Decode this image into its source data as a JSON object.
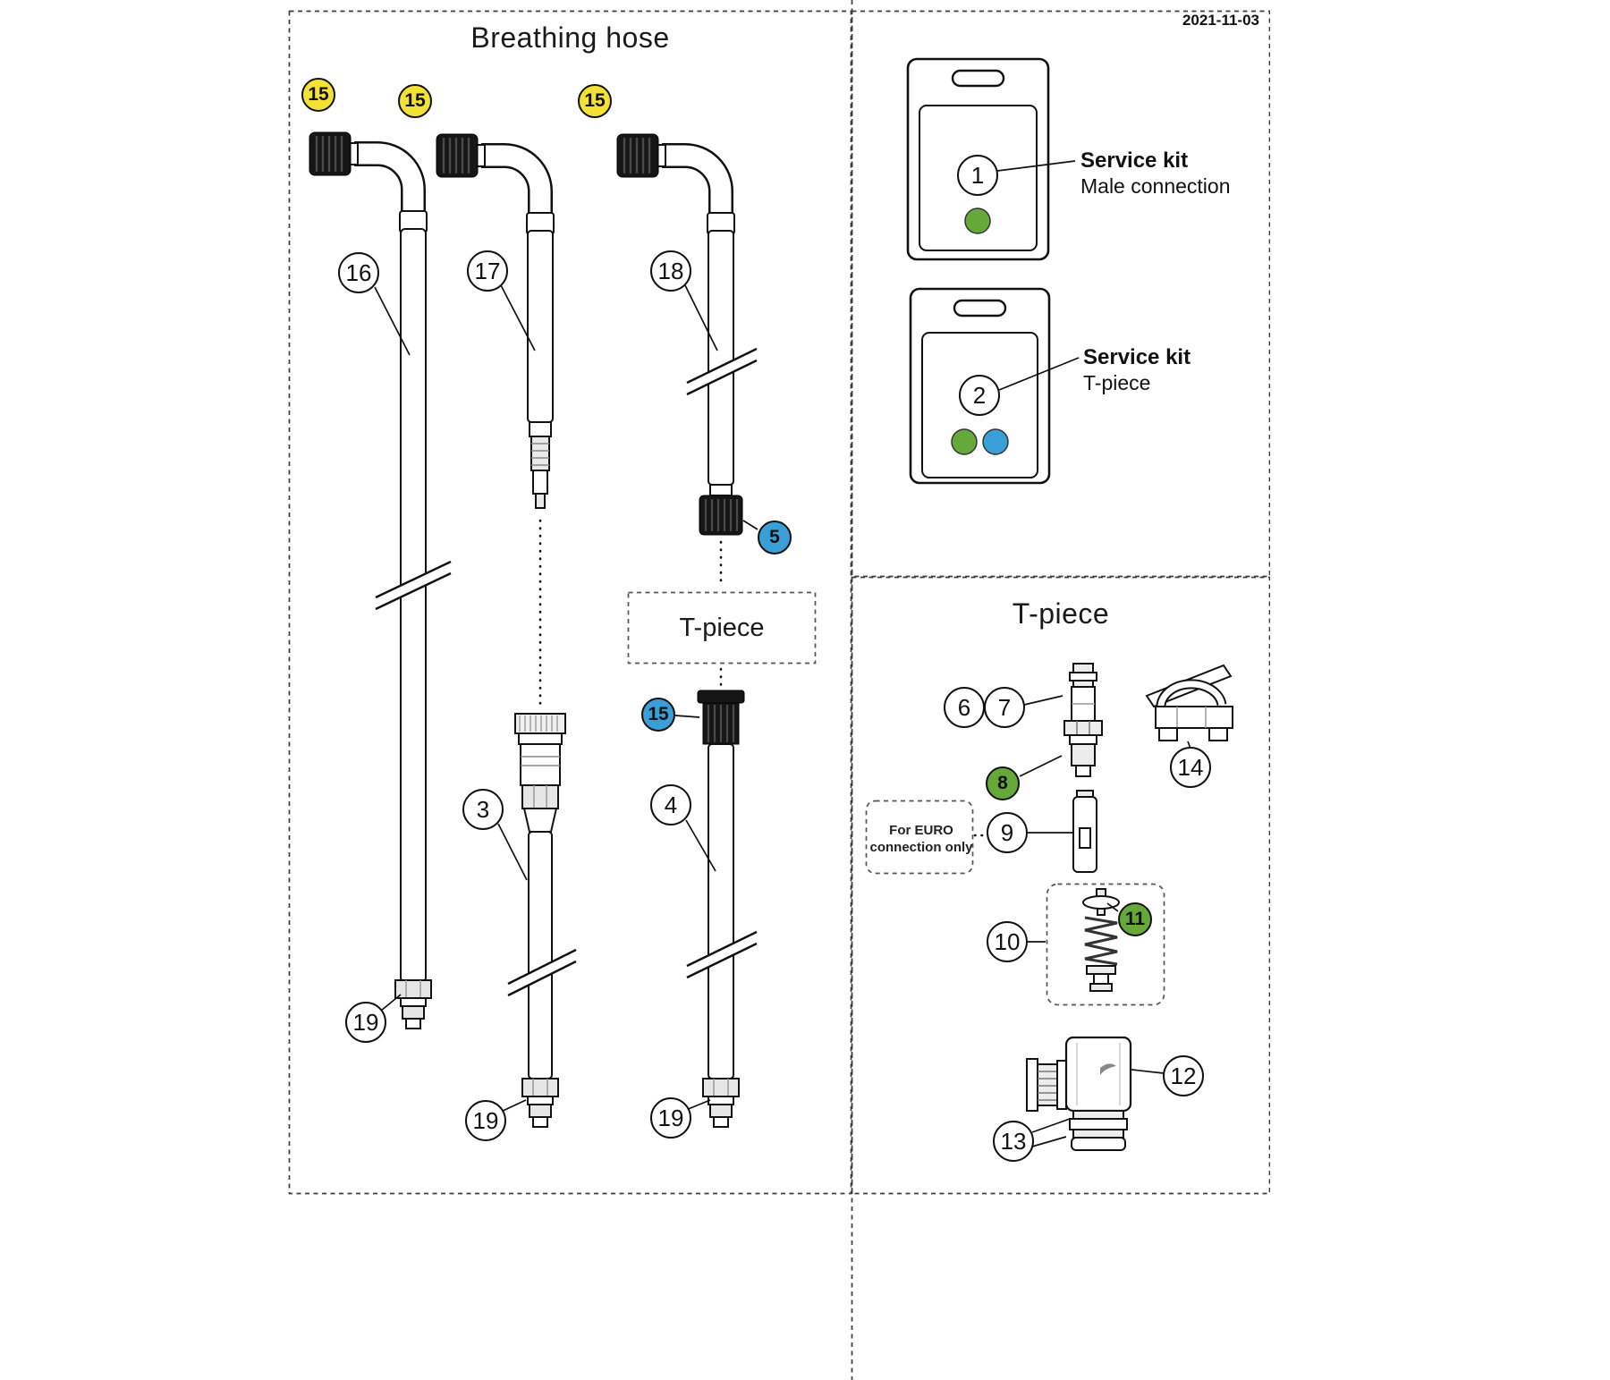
{
  "meta": {
    "date": "2021-11-03"
  },
  "colors": {
    "callout_yellow": "#f2e235",
    "callout_blue": "#3a9fd7",
    "callout_green": "#66a93a",
    "line": "#111111"
  },
  "breathing_hose": {
    "title": "Breathing hose",
    "t_piece_connector_label": "T-piece",
    "callouts": {
      "top15_left": "15",
      "top15_mid": "15",
      "top15_right": "15",
      "hose_left": "16",
      "hose_mid": "17",
      "hose_right": "18",
      "nut_blue": "5",
      "coupling": "3",
      "lower_hose": "4",
      "nut15_blue": "15",
      "end_left": "19",
      "end_mid": "19",
      "end_right": "19"
    }
  },
  "service_kits": {
    "kit1": {
      "number": "1",
      "title": "Service kit",
      "subtitle": "Male connection"
    },
    "kit2": {
      "number": "2",
      "title": "Service kit",
      "subtitle": "T-piece"
    }
  },
  "t_piece": {
    "title": "T-piece",
    "euro_note": "For EURO connection only",
    "callouts": {
      "c6": "6",
      "c7": "7",
      "c8": "8",
      "c9": "9",
      "c10": "10",
      "c11": "11",
      "c12": "12",
      "c13": "13",
      "c14": "14"
    }
  }
}
